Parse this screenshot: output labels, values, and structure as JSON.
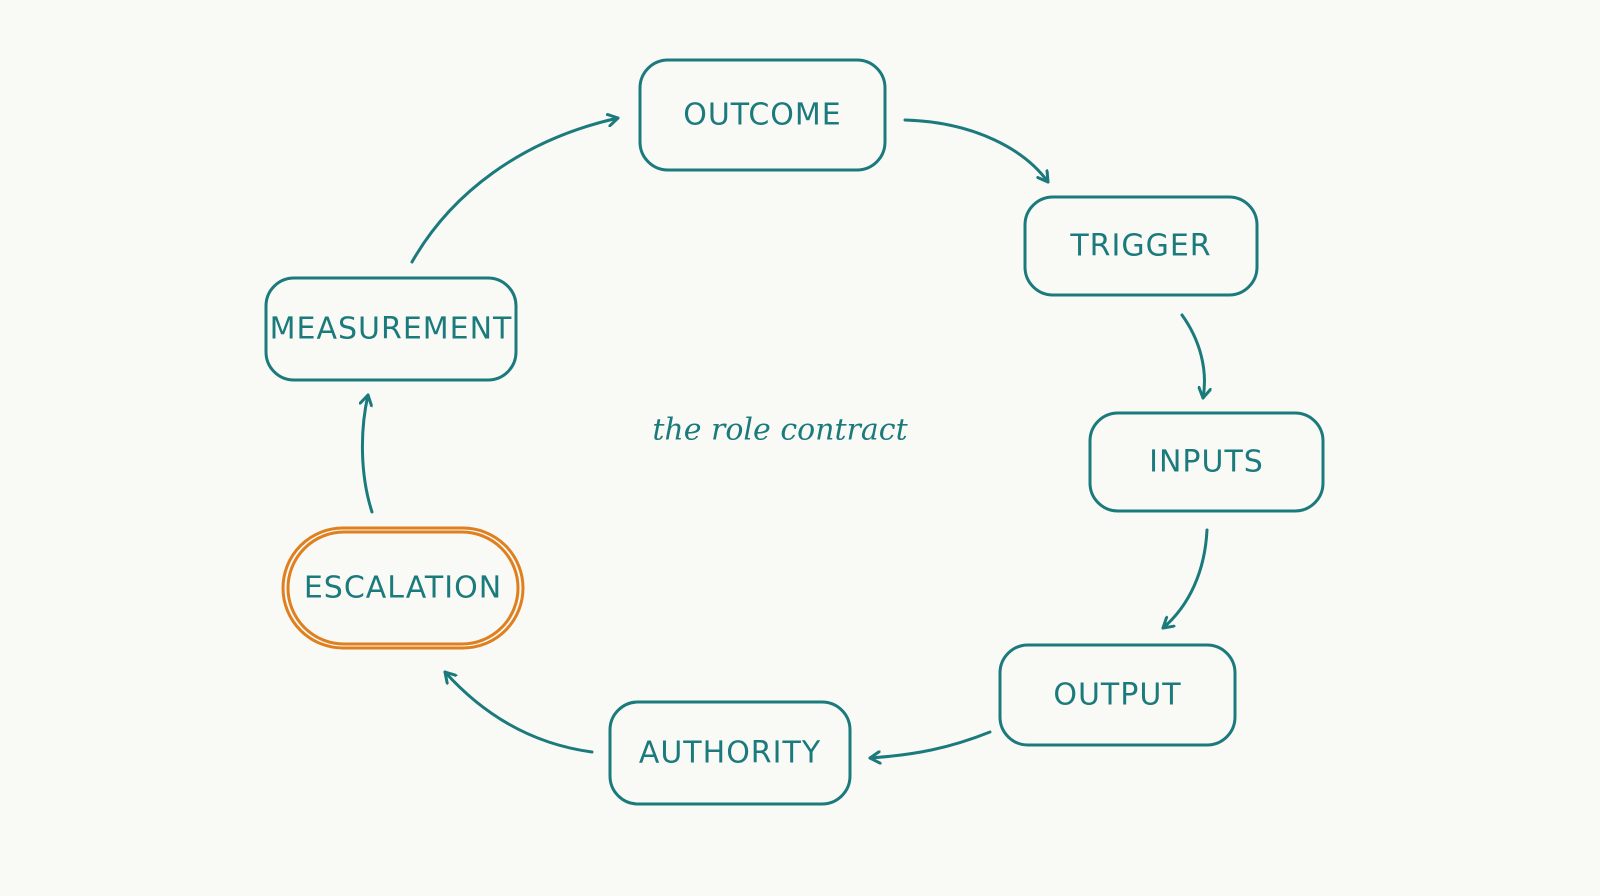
{
  "colors": {
    "background": "#f9f9f6",
    "primary": "#1b7a7c",
    "highlight": "#e07f1e"
  },
  "center_label": "the role contract",
  "nodes": [
    {
      "id": "outcome",
      "label": "OUTCOME",
      "highlighted": false
    },
    {
      "id": "trigger",
      "label": "TRIGGER",
      "highlighted": false
    },
    {
      "id": "inputs",
      "label": "INPUTS",
      "highlighted": false
    },
    {
      "id": "output",
      "label": "OUTPUT",
      "highlighted": false
    },
    {
      "id": "authority",
      "label": "AUTHORITY",
      "highlighted": false
    },
    {
      "id": "escalation",
      "label": "ESCALATION",
      "highlighted": true
    },
    {
      "id": "measurement",
      "label": "MEASUREMENT",
      "highlighted": false
    }
  ],
  "edges": [
    {
      "from": "outcome",
      "to": "trigger"
    },
    {
      "from": "trigger",
      "to": "inputs"
    },
    {
      "from": "inputs",
      "to": "output"
    },
    {
      "from": "output",
      "to": "authority"
    },
    {
      "from": "authority",
      "to": "escalation"
    },
    {
      "from": "escalation",
      "to": "measurement"
    },
    {
      "from": "measurement",
      "to": "outcome"
    }
  ]
}
